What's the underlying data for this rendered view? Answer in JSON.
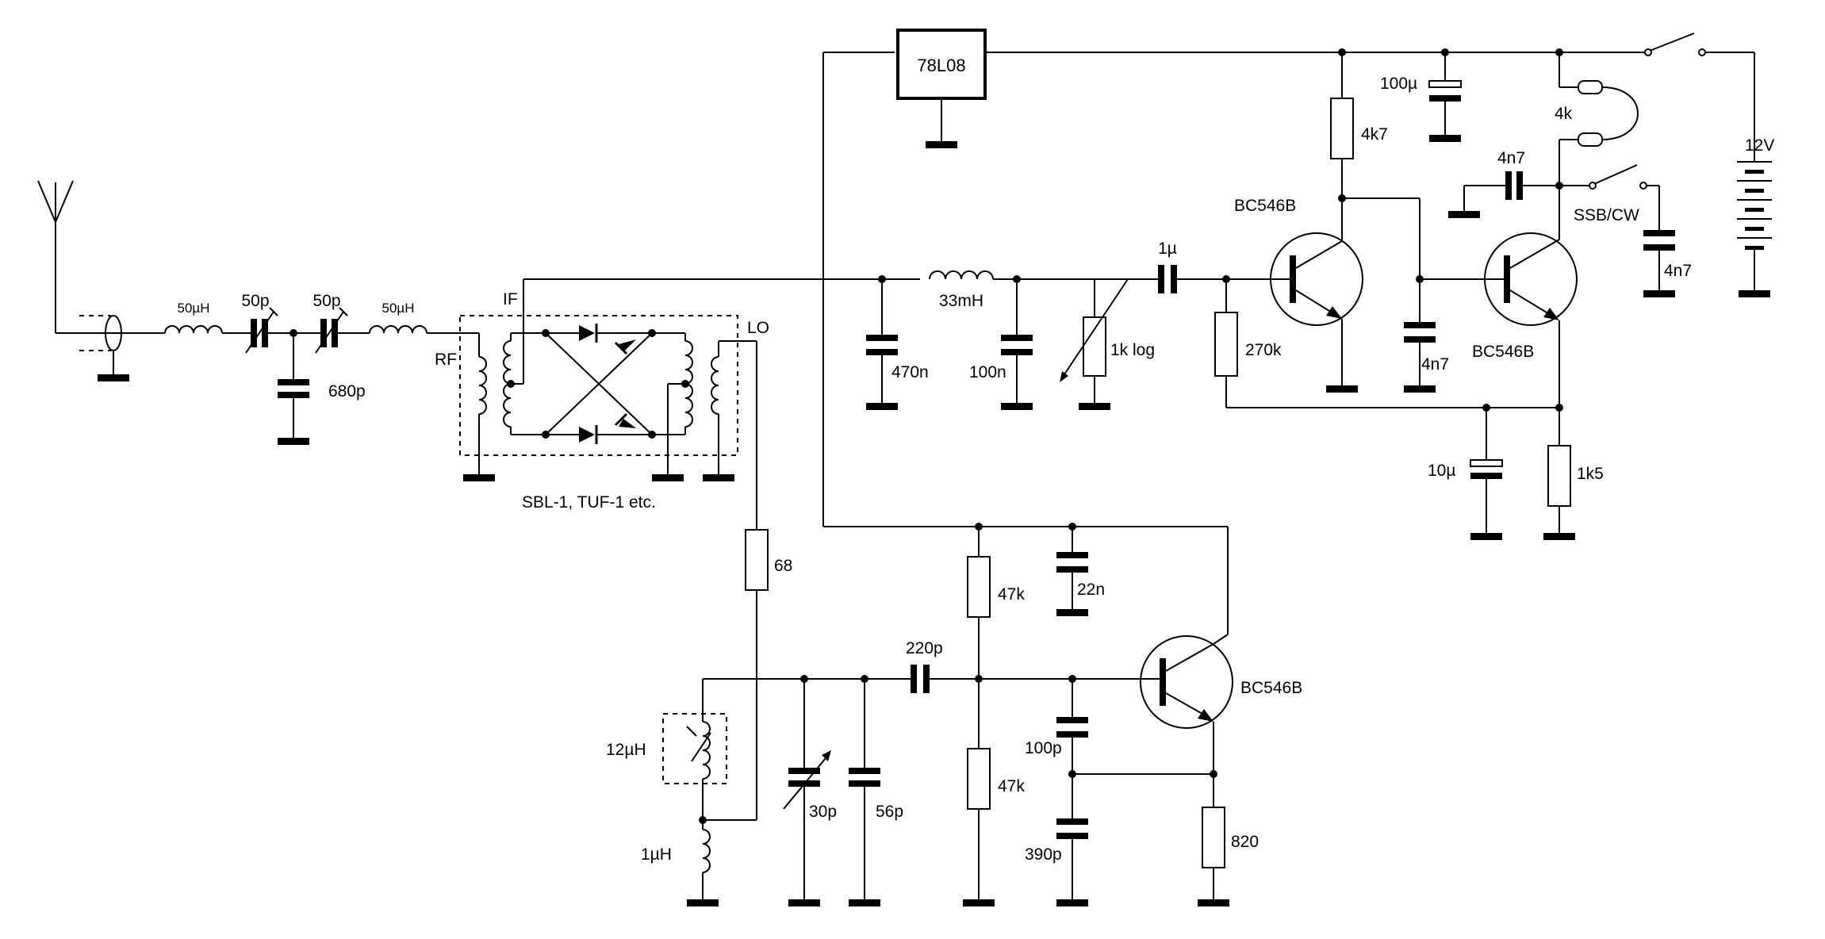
{
  "diagram": {
    "components": {
      "inductor_in1": "50µH",
      "cap_trim1": "50p",
      "cap_trim2": "50p",
      "inductor_in2": "50µH",
      "cap_shunt_in": "680p",
      "mixer_rf": "RF",
      "mixer_if": "IF",
      "mixer_lo": "LO",
      "mixer_part": "SBL-1, TUF-1 etc.",
      "regulator": "78L08",
      "cap_if1": "470n",
      "inductor_if": "33mH",
      "cap_if2": "100n",
      "pot_volume": "1k log",
      "cap_coupling1": "1µ",
      "res_bias": "270k",
      "res_collector": "4k7",
      "cap_4n7_a": "4n7",
      "transistor_q1": "BC546B",
      "transistor_q2": "BC546B",
      "cap_100u": "100µ",
      "headphones": "4k",
      "cap_4n7_b": "4n7",
      "switch_mode": "SSB/CW",
      "cap_4n7_c": "4n7",
      "battery": "12V",
      "cap_10u": "10µ",
      "res_emitter2": "1k5",
      "res_lo": "68",
      "res_47k_top": "47k",
      "cap_22n": "22n",
      "cap_220p": "220p",
      "transistor_q3": "BC546B",
      "inductor_osc": "12µH",
      "cap_30p": "30p",
      "cap_56p": "56p",
      "res_47k_bot": "47k",
      "cap_100p": "100p",
      "cap_390p": "390p",
      "res_820": "820",
      "inductor_1u": "1µH"
    }
  }
}
